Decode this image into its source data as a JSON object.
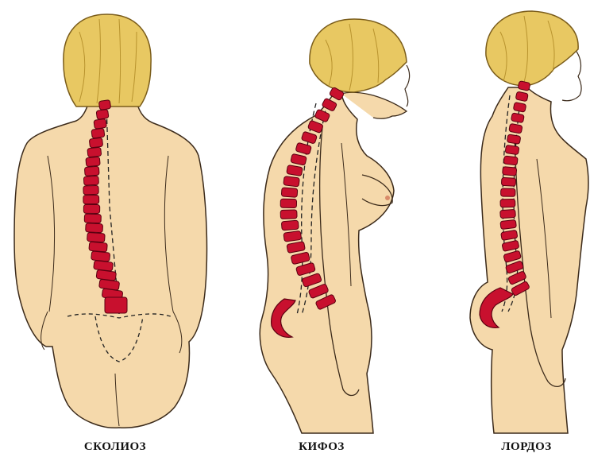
{
  "figures": [
    {
      "id": "scoliosis",
      "label": "СКОЛИОЗ"
    },
    {
      "id": "kyphosis",
      "label": "КИФОЗ"
    },
    {
      "id": "lordosis",
      "label": "ЛОРДОЗ"
    }
  ],
  "colors": {
    "skin": "#f5d9ab",
    "skin_outline": "#3b2a1a",
    "hair": "#e8c862",
    "hair_outline": "#7a5c1a",
    "vertebra": "#c8102e",
    "vertebra_outline": "#5a0010",
    "guide_line": "#222222"
  }
}
